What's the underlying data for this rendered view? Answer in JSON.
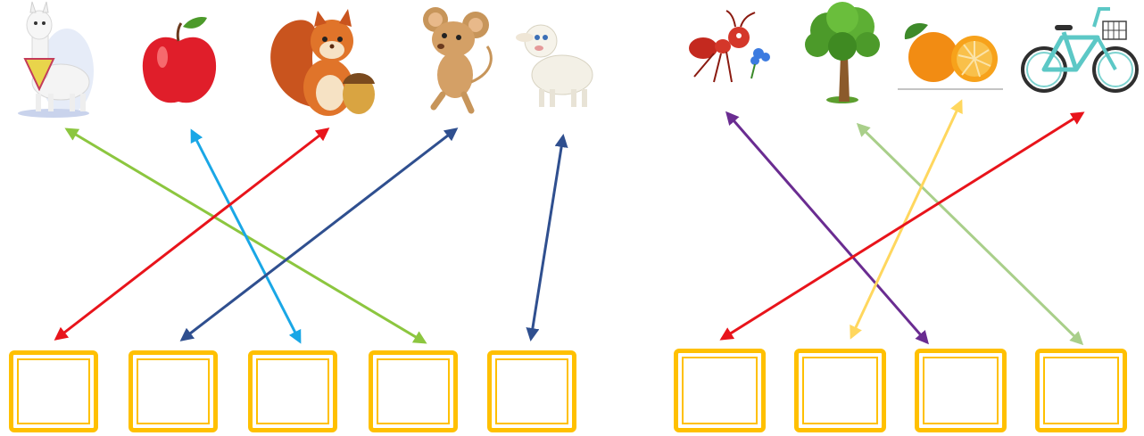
{
  "colors": {
    "box_border": "#FFC000",
    "arrow_green": "#8CC63F",
    "arrow_sky": "#1AA7E6",
    "arrow_red": "#E8141B",
    "arrow_navy": "#2F4F8F",
    "arrow_purple": "#6A2C91",
    "arrow_yellow": "#FFD75E",
    "arrow_light_green": "#A9CF8A"
  },
  "left_group": {
    "pictures": [
      "llama",
      "apple",
      "squirrel",
      "mouse",
      "lamb"
    ],
    "answer_boxes": 5,
    "matches": [
      {
        "from": "llama",
        "to_box": 4,
        "color": "arrow_green"
      },
      {
        "from": "apple",
        "to_box": 3,
        "color": "arrow_sky"
      },
      {
        "from": "squirrel",
        "to_box": 1,
        "color": "arrow_red"
      },
      {
        "from": "mouse",
        "to_box": 2,
        "color": "arrow_navy"
      },
      {
        "from": "lamb",
        "to_box": 5,
        "color": "arrow_navy"
      }
    ]
  },
  "right_group": {
    "pictures": [
      "ant",
      "tree",
      "orange",
      "bicycle"
    ],
    "answer_boxes": 4,
    "matches": [
      {
        "from": "ant",
        "to_box": 3,
        "color": "arrow_purple"
      },
      {
        "from": "tree",
        "to_box": 4,
        "color": "arrow_light_green"
      },
      {
        "from": "orange",
        "to_box": 2,
        "color": "arrow_yellow"
      },
      {
        "from": "bicycle",
        "to_box": 1,
        "color": "arrow_red"
      }
    ]
  }
}
